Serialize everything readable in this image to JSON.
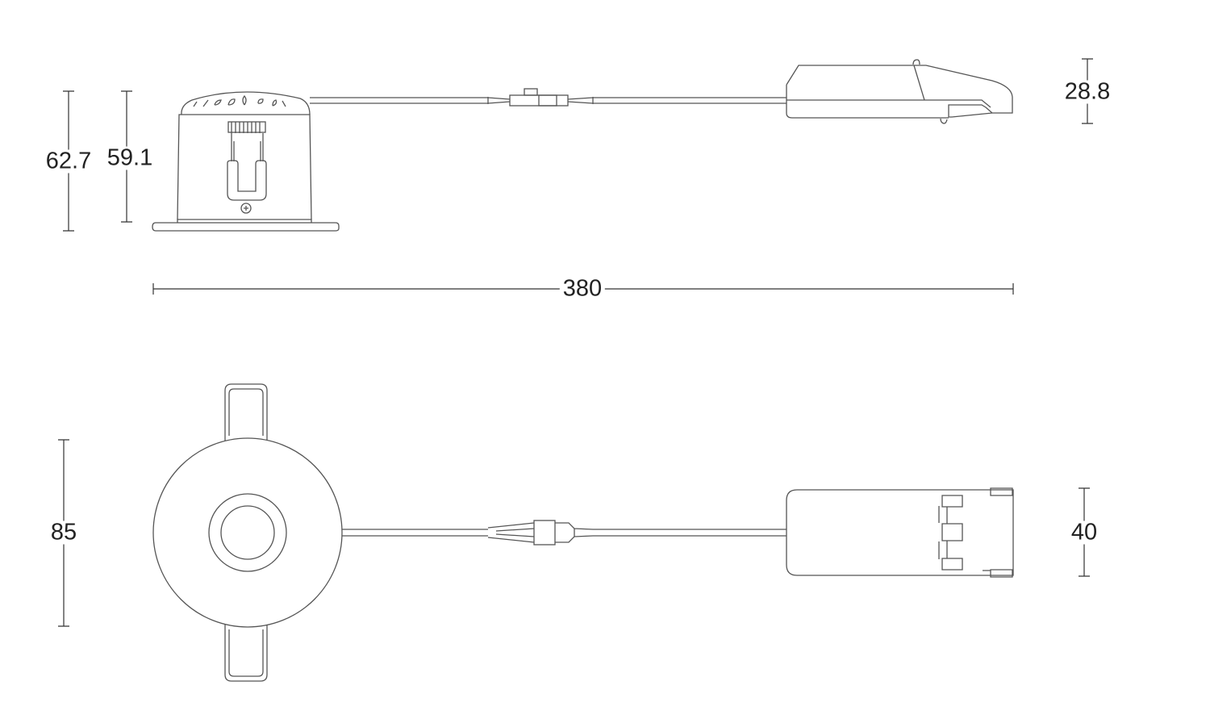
{
  "dimensions": {
    "overall_height": "62.7",
    "body_height": "59.1",
    "driver_height": "28.8",
    "total_length": "380",
    "diameter": "85",
    "driver_width": "40"
  },
  "colors": {
    "line": "#555555",
    "text": "#222222"
  }
}
